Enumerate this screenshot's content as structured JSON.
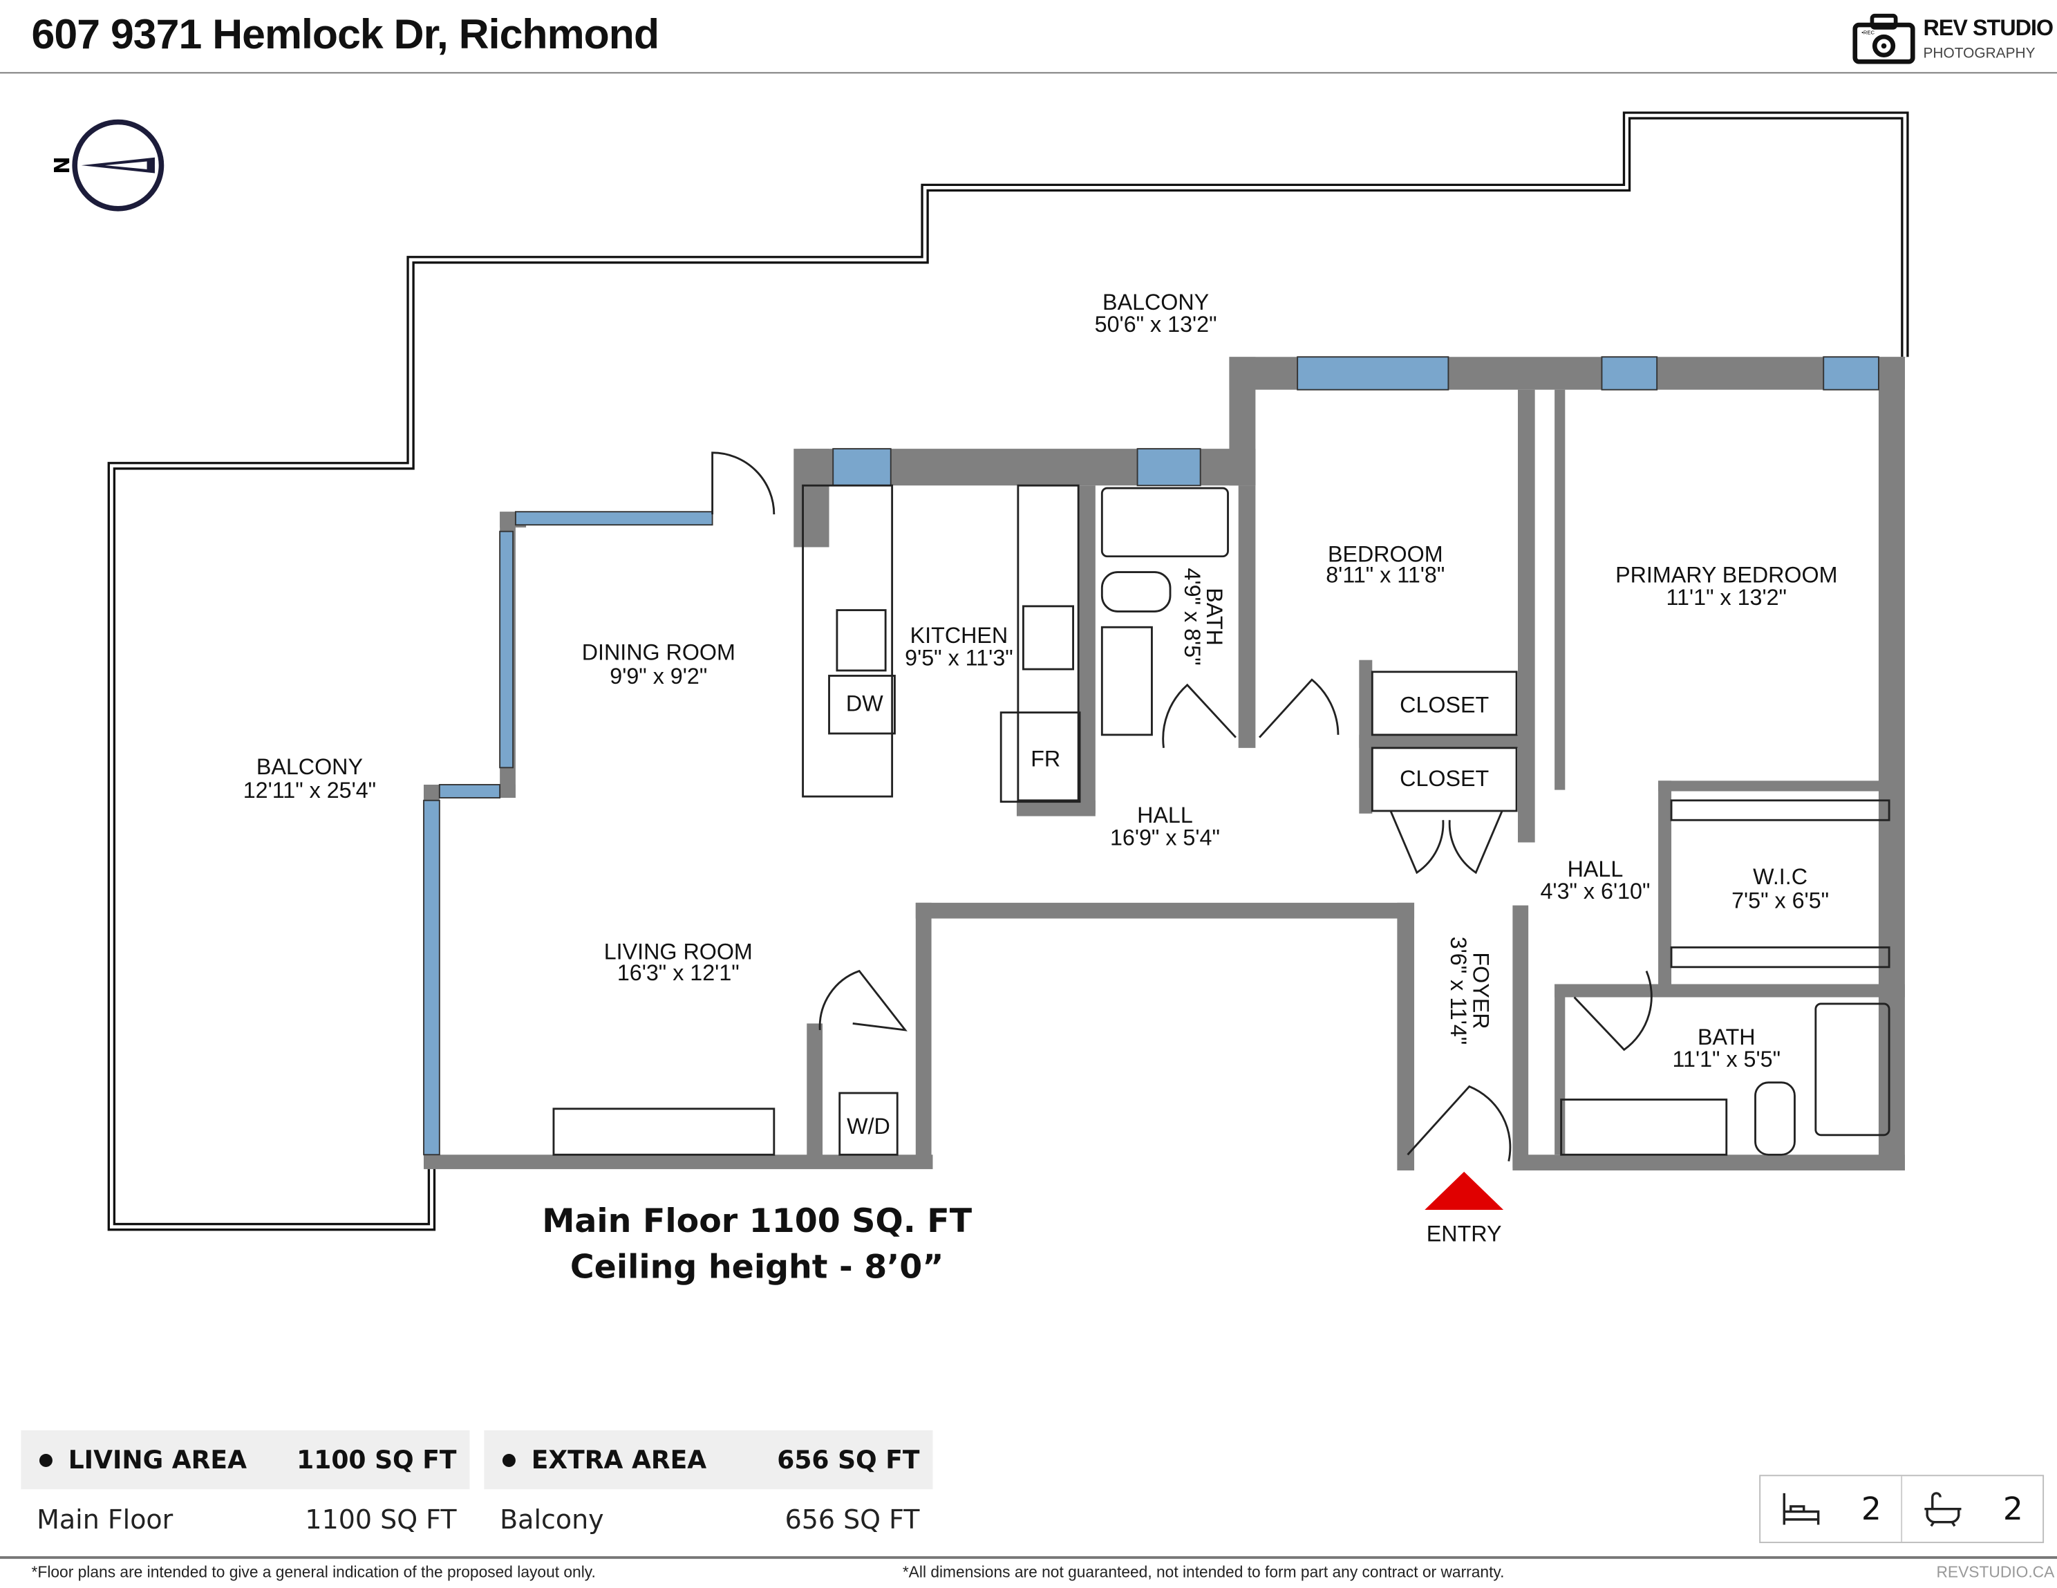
{
  "header": {
    "title": "607 9371 Hemlock Dr, Richmond",
    "logo_name": "REV STUDIO",
    "logo_sub": "PHOTOGRAPHY",
    "logo_rec": "•REC"
  },
  "compass": {
    "label": "N"
  },
  "rooms": [
    {
      "name": "BALCONY",
      "dims": "50'6\" x 13'2\""
    },
    {
      "name": "BEDROOM",
      "dims": "8'11\" x 11'8\""
    },
    {
      "name": "PRIMARY BEDROOM",
      "dims": "11'1\" x 13'2\""
    },
    {
      "name": "BATH",
      "dims": "4'9\" x 8'5\""
    },
    {
      "name": "DINING ROOM",
      "dims": "9'9\" x 9'2\""
    },
    {
      "name": "KITCHEN",
      "dims": "9'5\" x 11'3\""
    },
    {
      "name": "BALCONY",
      "dims": "12'11\" x 25'4\""
    },
    {
      "name": "HALL",
      "dims": "16'9\" x 5'4\""
    },
    {
      "name": "HALL",
      "dims": "4'3\" x 6'10\""
    },
    {
      "name": "W.I.C",
      "dims": "7'5\" x 6'5\""
    },
    {
      "name": "LIVING ROOM",
      "dims": "16'3\" x 12'1\""
    },
    {
      "name": "FOYER",
      "dims": "3'6\" x 11'4\""
    },
    {
      "name": "BATH",
      "dims": "11'1\" x 5'5\""
    }
  ],
  "fixtures": {
    "dw": "DW",
    "fr": "FR",
    "wd": "W/D",
    "closet1": "CLOSET",
    "closet2": "CLOSET",
    "entry": "ENTRY"
  },
  "summary": {
    "line1": "Main Floor 1100 SQ. FT",
    "line2": "Ceiling height - 8’0”"
  },
  "living_area": {
    "label": "LIVING AREA",
    "total": "1100 SQ FT",
    "rows": [
      {
        "name": "Main Floor",
        "value": "1100 SQ FT"
      }
    ]
  },
  "extra_area": {
    "label": "EXTRA AREA",
    "total": "656 SQ FT",
    "rows": [
      {
        "name": "Balcony",
        "value": "656 SQ FT"
      }
    ]
  },
  "counts": {
    "bedrooms": "2",
    "bathrooms": "2"
  },
  "footer": {
    "note1": "*Floor plans are intended to give a general indication of the proposed layout only.",
    "note2": "*All dimensions are not guaranteed, not intended to form part any contract or warranty.",
    "site": "REVSTUDIO.CA"
  },
  "colors": {
    "wall": "#808080",
    "window": "#7aa6cc",
    "entry": "#e00000"
  }
}
